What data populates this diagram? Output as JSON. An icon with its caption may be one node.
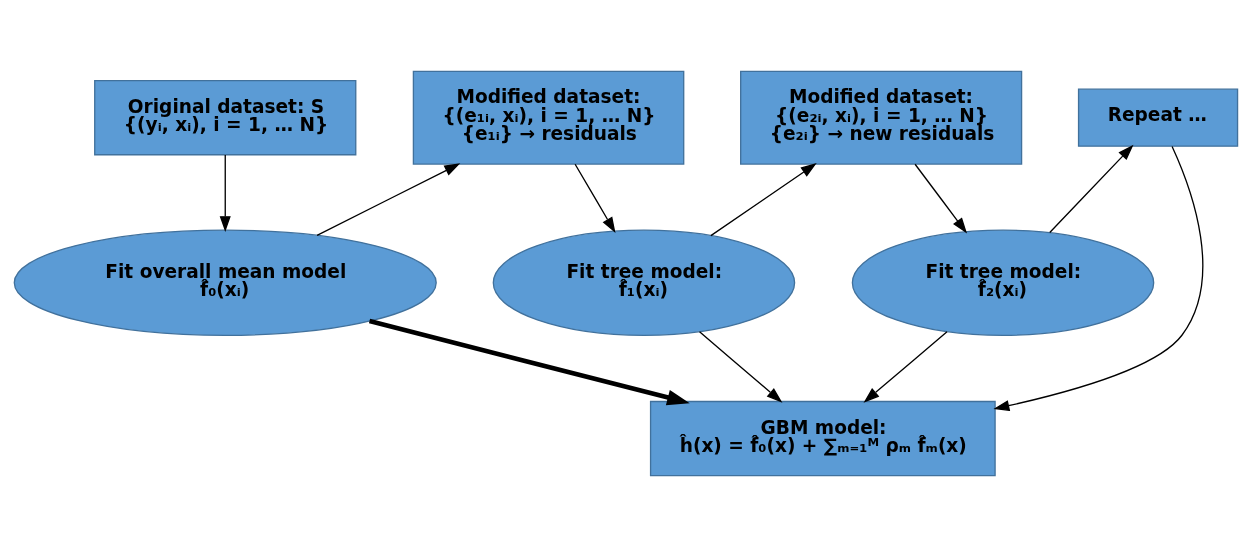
{
  "diagram": {
    "nodes": [
      {
        "text": [
          "Original dataset: S",
          "{(yᵢ, xᵢ), i = 1, … N}"
        ]
      },
      {
        "text": [
          "Modified dataset:",
          "{(e₁ᵢ, xᵢ), i = 1, … N}",
          "{e₁ᵢ} → residuals"
        ]
      },
      {
        "text": [
          "Modified dataset:",
          "{(e₂ᵢ, xᵢ), i = 1, … N}",
          "{e₂ᵢ} → new residuals"
        ]
      },
      {
        "text": [
          "Repeat …"
        ]
      },
      {
        "text": [
          "Fit overall mean model",
          "f̂₀(xᵢ)"
        ]
      },
      {
        "text": [
          "Fit tree model:",
          "f̂₁(xᵢ)"
        ]
      },
      {
        "text": [
          "Fit tree model:",
          "f̂₂(xᵢ)"
        ]
      },
      {
        "text": [
          "GBM model:",
          "ĥ(x) = f̂₀(x) + ∑ₘ₌₁ᴹ ρₘ f̂ₘ(x)"
        ]
      }
    ],
    "edges": [
      {
        "from": 0,
        "to": 4,
        "arrow": "to"
      },
      {
        "from": 4,
        "to": 1,
        "arrow": "to"
      },
      {
        "from": 1,
        "to": 5,
        "arrow": "to"
      },
      {
        "from": 5,
        "to": 2,
        "arrow": "to"
      },
      {
        "from": 2,
        "to": 6,
        "arrow": "to"
      },
      {
        "from": 6,
        "to": 3,
        "arrow": "to"
      },
      {
        "from": 4,
        "to": 7,
        "arrow": "to",
        "style": "thick"
      },
      {
        "from": 5,
        "to": 7,
        "arrow": "to"
      },
      {
        "from": 6,
        "to": 7,
        "arrow": "to"
      },
      {
        "from": 3,
        "to": 7,
        "arrow": "to"
      }
    ]
  }
}
